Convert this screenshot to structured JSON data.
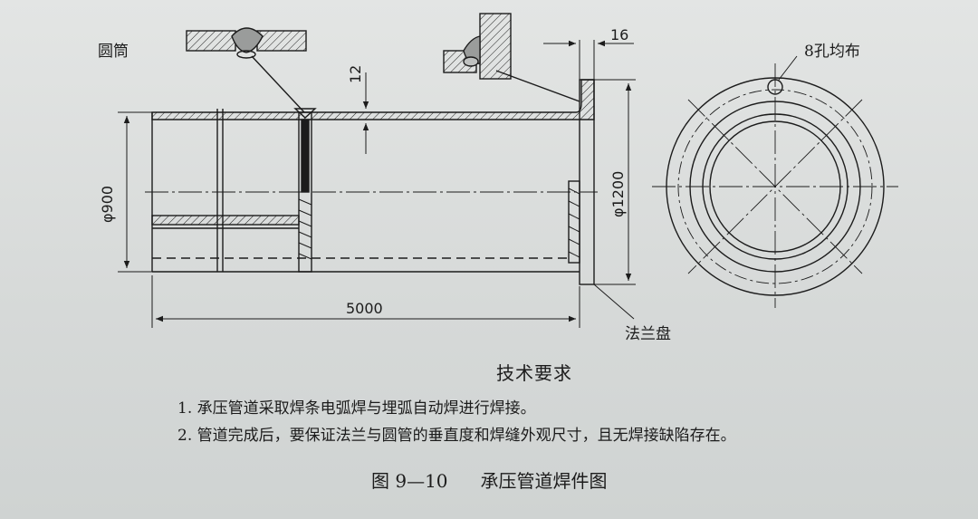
{
  "labels": {
    "cylinder": "圆筒",
    "holes": "8孔均布",
    "flange": "法兰盘"
  },
  "dimensions": {
    "pipe_diameter": "φ900",
    "flange_diameter": "φ1200",
    "length": "5000",
    "wall_thickness": "12",
    "flange_thickness": "16"
  },
  "requirements": {
    "title": "技术要求",
    "items": [
      "1. 承压管道采取焊条电弧焊与埋弧自动焊进行焊接。",
      "2. 管道完成后，要保证法兰与圆管的垂直度和焊缝外观尺寸，且无焊接缺陷存在。"
    ]
  },
  "caption": {
    "number": "图 9—10",
    "title": "承压管道焊件图"
  },
  "colors": {
    "ink": "#1c1c1c",
    "paper": "#dcdfde"
  }
}
